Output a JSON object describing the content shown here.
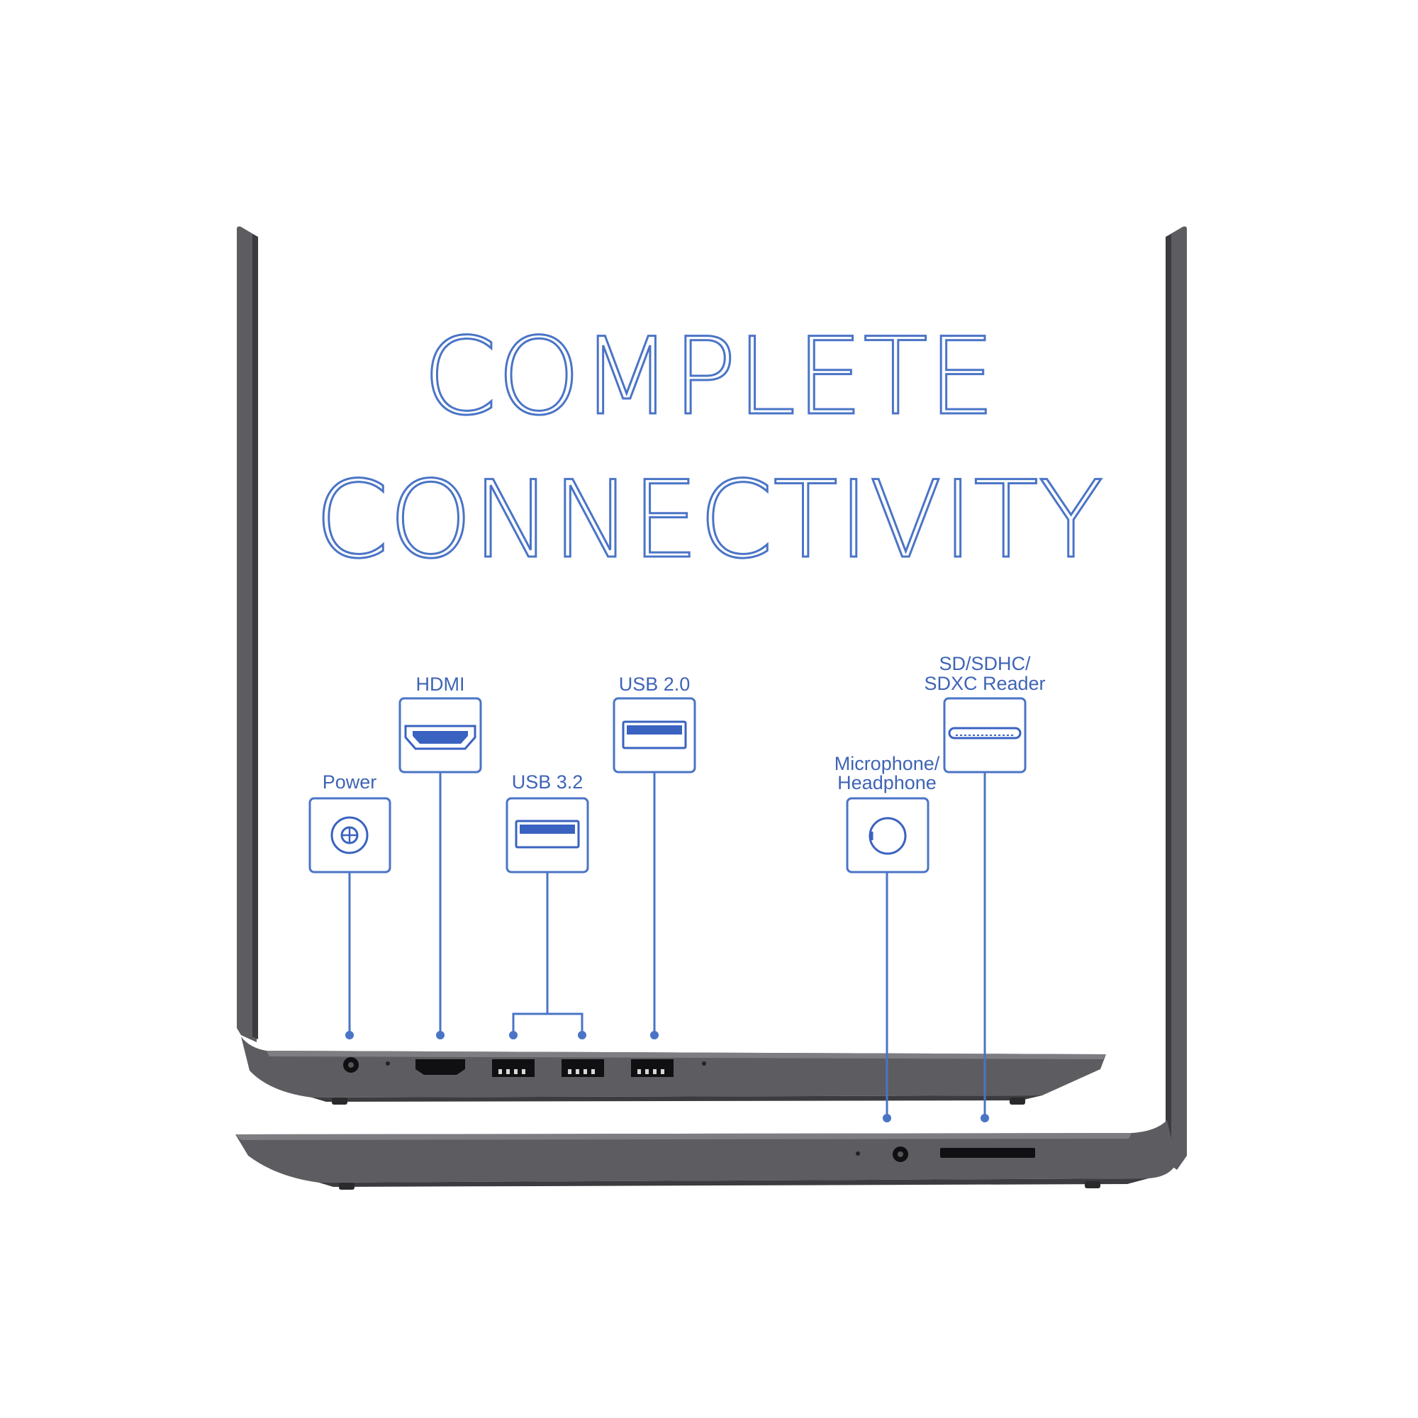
{
  "headline": {
    "line1": "COMPLETE",
    "line2": "CONNECTIVITY"
  },
  "ports": {
    "power": "Power",
    "hdmi": "HDMI",
    "usb32": "USB 3.2",
    "usb20": "USB 2.0",
    "audio_line1": "Microphone/",
    "audio_line2": "Headphone",
    "sd_line1": "SD/SDHC/",
    "sd_line2": "SDXC Reader"
  },
  "colors": {
    "accent": "#4a74c6",
    "laptop_body": "#5d5d61",
    "background": "#ffffff"
  },
  "icons": [
    "power-jack-icon",
    "hdmi-icon",
    "usb-icon",
    "audio-jack-icon",
    "sd-card-icon"
  ]
}
